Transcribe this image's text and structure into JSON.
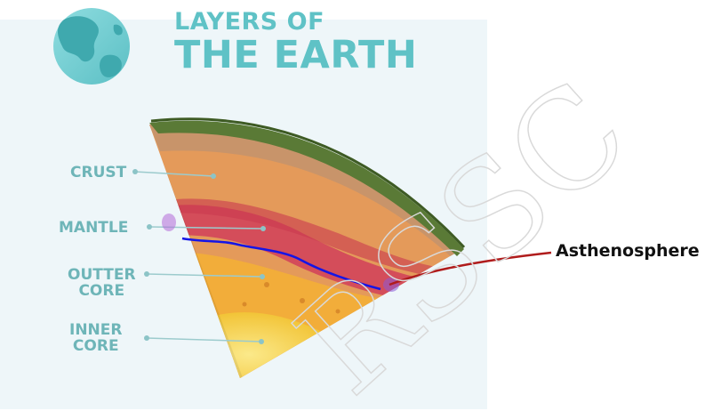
{
  "title": {
    "line1": "LAYERS OF",
    "line2": "THE EARTH"
  },
  "layers": {
    "crust": "CRUST",
    "mantle": "MANTLE",
    "outer_core": [
      "OUTTER",
      "CORE"
    ],
    "inner_core": [
      "INNER",
      "CORE"
    ]
  },
  "annotation": {
    "label": "Asthenosphere",
    "line_color": "#b01c1c",
    "trace_color": "#1515e6"
  },
  "watermark": "RSSC",
  "colors": {
    "title": "#5fc2c6",
    "label": "#6eb5b8",
    "crust": "#c8946a",
    "mantle": "#e49a5a",
    "asthenosphere_band": "#d2455a",
    "outer_core": "#f2ad3a",
    "inner_core": "#f5d54a",
    "grass": "#5a7a36"
  }
}
